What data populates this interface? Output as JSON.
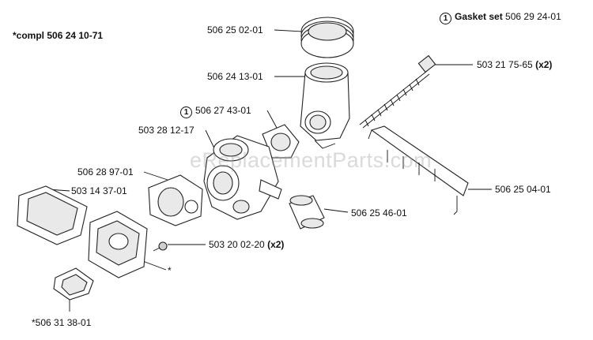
{
  "header": {
    "compl_text": "*compl 506 24 10-71",
    "gasket_marker": "1",
    "gasket_title": "Gasket set",
    "gasket_number": "506 29 24-01"
  },
  "watermark": "eReplacementParts.com",
  "callouts": [
    {
      "id": "c1",
      "text": "506 25 02-01",
      "marker": "",
      "suffix": ""
    },
    {
      "id": "c2",
      "text": "506 24 13-01",
      "marker": "",
      "suffix": ""
    },
    {
      "id": "c3",
      "text": "503 21 75-65",
      "marker": "",
      "suffix": "(x2)"
    },
    {
      "id": "c4",
      "text": "506 27 43-01",
      "marker": "1",
      "suffix": ""
    },
    {
      "id": "c5",
      "text": "503 28 12-17",
      "marker": "",
      "suffix": ""
    },
    {
      "id": "c6",
      "text": "506 28 97-01",
      "marker": "",
      "suffix": ""
    },
    {
      "id": "c7",
      "text": "503 14 37-01",
      "marker": "",
      "suffix": ""
    },
    {
      "id": "c8",
      "text": "506 25 04-01",
      "marker": "",
      "suffix": ""
    },
    {
      "id": "c9",
      "text": "506 25 46-01",
      "marker": "",
      "suffix": ""
    },
    {
      "id": "c10",
      "text": "503 20 02-20",
      "marker": "",
      "suffix": "(x2)"
    },
    {
      "id": "c11",
      "text": "*506 31 38-01",
      "marker": "",
      "suffix": ""
    },
    {
      "id": "c12",
      "text": "*",
      "marker": "",
      "suffix": ""
    }
  ]
}
